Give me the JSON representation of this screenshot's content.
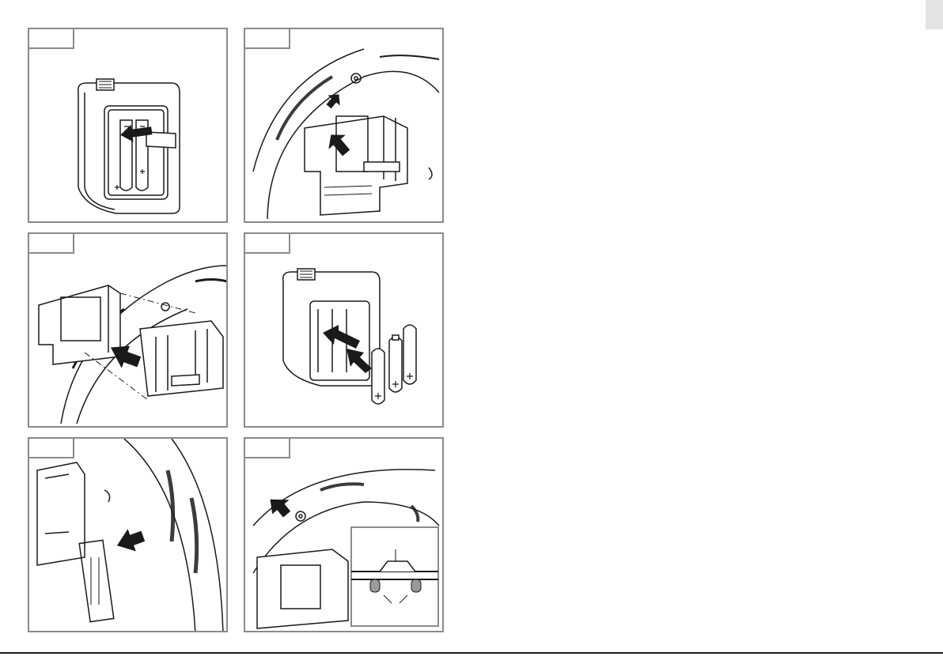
{
  "figures": [
    {
      "id": "fig-1",
      "step": "remove-battery-strip"
    },
    {
      "id": "fig-2",
      "step": "lift-battery-holder"
    },
    {
      "id": "fig-3",
      "step": "insert-battery-holder"
    },
    {
      "id": "fig-4",
      "step": "replace-batteries"
    },
    {
      "id": "fig-5",
      "step": "check-label"
    },
    {
      "id": "fig-6",
      "step": "press-test-button"
    }
  ],
  "colors": {
    "frame": "#8a8a8a",
    "ink": "#1a1a1a",
    "side_tab": "#e3e3e3",
    "led": "#9a9a9a"
  },
  "icons": [
    "arrow-icon",
    "battery-icon",
    "plus-sign-icon",
    "minus-sign-icon",
    "led-icon"
  ]
}
